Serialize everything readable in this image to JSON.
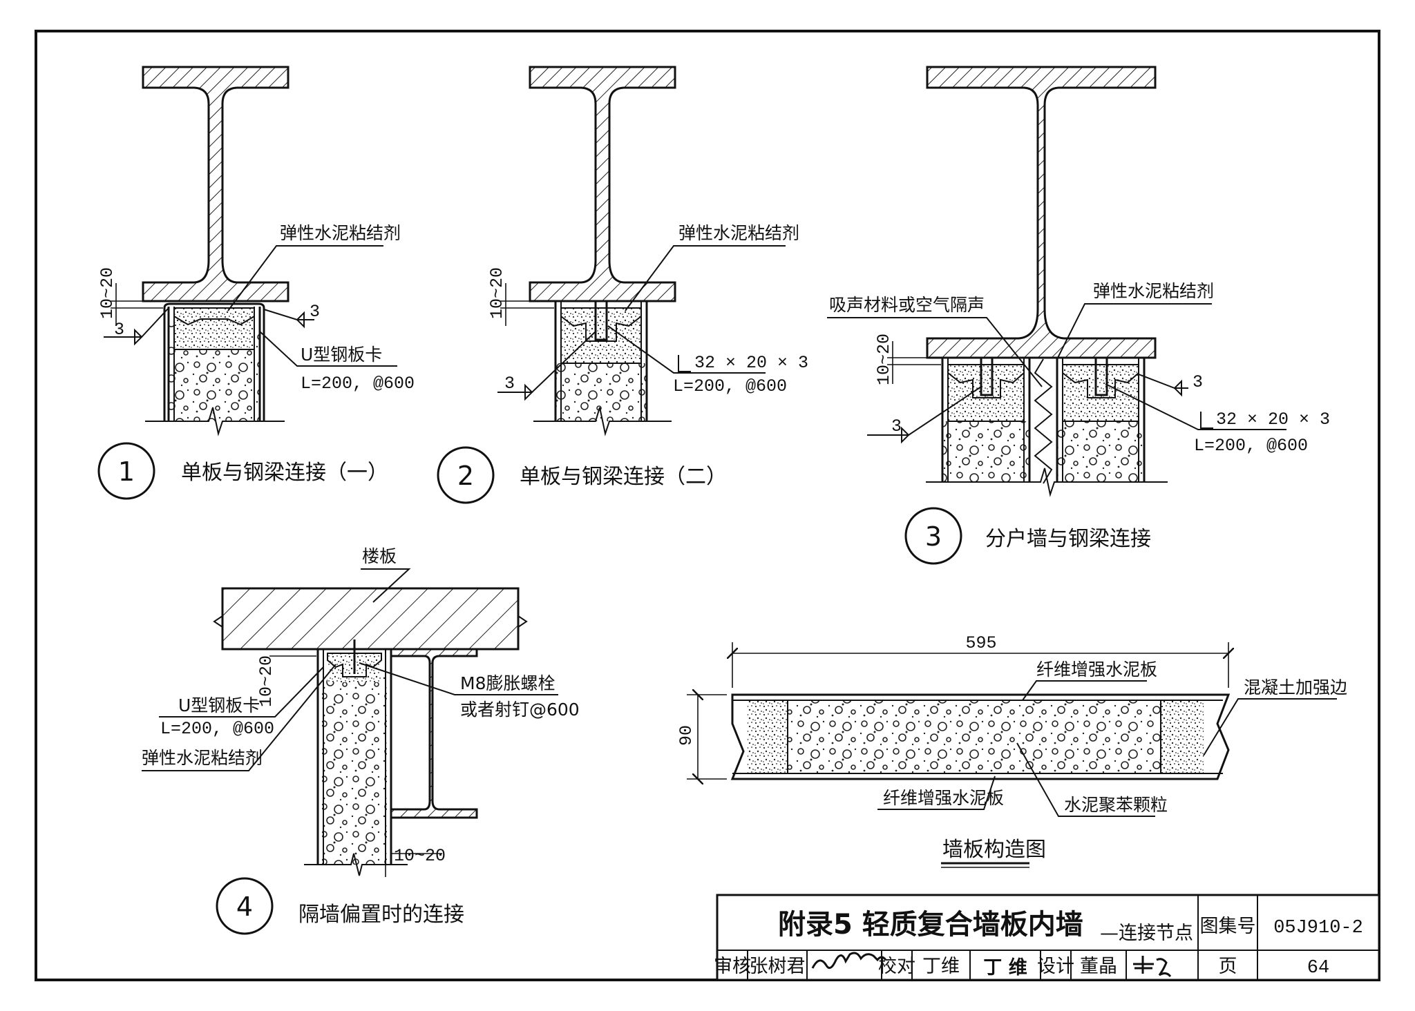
{
  "details": [
    {
      "number": "1",
      "caption": "单板与钢梁连接（一）",
      "label_adhesive": "弹性水泥粘结剂",
      "label_clip": "U型钢板卡",
      "label_clip_spec": "L=200, @600",
      "dim_gap": "10~20",
      "mark_a": "3",
      "mark_b": "3"
    },
    {
      "number": "2",
      "caption": "单板与钢梁连接（二）",
      "label_adhesive": "弹性水泥粘结剂",
      "label_angle": "32 × 20 × 3",
      "label_angle_spec": "L=200, @600",
      "dim_gap": "10~20",
      "mark_a": "3"
    },
    {
      "number": "3",
      "caption": "分户墙与钢梁连接",
      "label_adhesive": "弹性水泥粘结剂",
      "label_sound": "吸声材料或空气隔声",
      "label_angle": "32 × 20 × 3",
      "label_angle_spec": "L=200, @600",
      "dim_gap": "10~20",
      "mark_a": "3",
      "mark_b": "3"
    },
    {
      "number": "4",
      "caption": "隔墙偏置时的连接",
      "label_slab": "楼板",
      "label_clip": "U型钢板卡",
      "label_clip_spec": "L=200, @600",
      "label_adhesive": "弹性水泥粘结剂",
      "label_bolt": "M8膨胀螺栓",
      "label_bolt_alt": "或者射钉@600",
      "dim_gap": "10~20",
      "dim_gap_b": "10~20"
    }
  ],
  "panel": {
    "title": "墙板构造图",
    "dim_width": "595",
    "dim_thickness": "90",
    "label_top_board": "纤维增强水泥板",
    "label_bottom_board": "纤维增强水泥板",
    "label_edge": "混凝土加强边",
    "label_core": "水泥聚苯颗粒"
  },
  "title_block": {
    "title": "附录5   轻质复合墙板内墙",
    "subtitle": "—连接节点",
    "atlas_label": "图集号",
    "atlas_no": "05J910-2",
    "review_label": "审核",
    "reviewer": "张树君",
    "check_label": "校对",
    "checker": "丁维",
    "checker_sig": "丁 维",
    "design_label": "设计",
    "designer": "董晶",
    "page_label": "页",
    "page_no": "64"
  }
}
